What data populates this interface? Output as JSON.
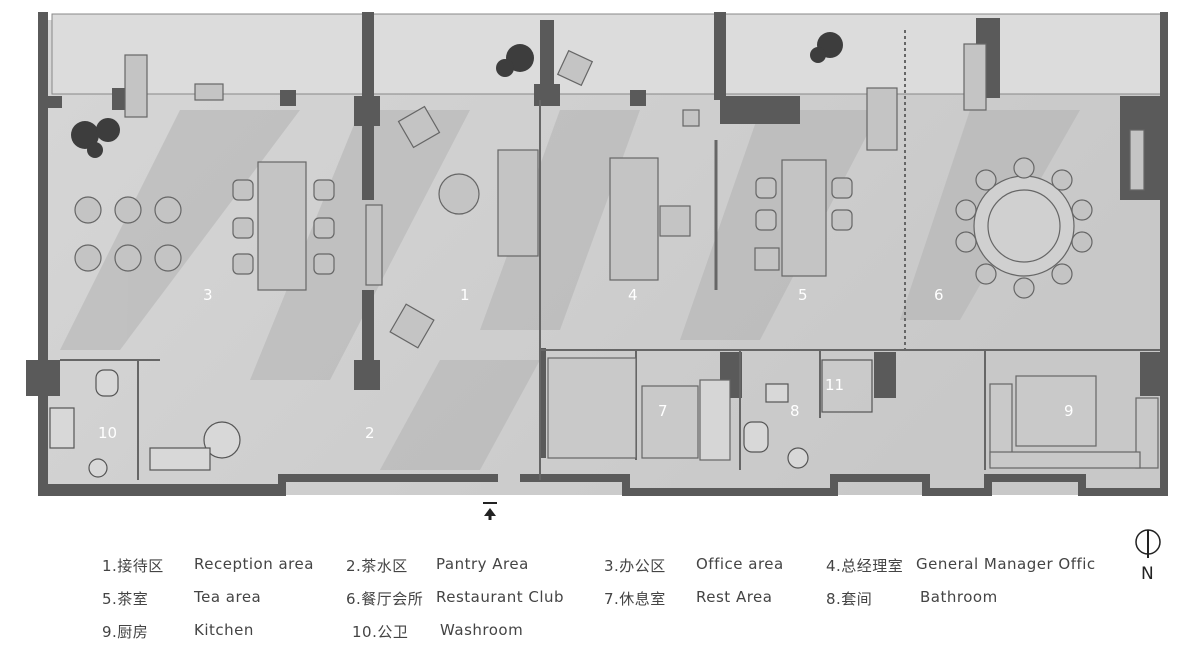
{
  "plan": {
    "room_numbers": [
      "1",
      "2",
      "3",
      "4",
      "5",
      "6",
      "7",
      "8",
      "9",
      "10",
      "11"
    ]
  },
  "north": {
    "label": "N"
  },
  "legend": [
    {
      "num": "1.接待区",
      "en": "Reception area"
    },
    {
      "num": "2.茶水区",
      "en": "Pantry Area"
    },
    {
      "num": "3.办公区",
      "en": "Office area"
    },
    {
      "num": "4.总经理室",
      "en": "General Manager Offic"
    },
    {
      "num": "5.茶室",
      "en": "Tea area"
    },
    {
      "num": "6.餐厅会所",
      "en": "Restaurant Club"
    },
    {
      "num": "7.休息室",
      "en": "Rest Area"
    },
    {
      "num": "8.套间",
      "en": "Bathroom"
    },
    {
      "num": "9.厨房",
      "en": "Kitchen"
    },
    {
      "num": "10.公卫",
      "en": "Washroom"
    }
  ],
  "colors": {
    "floor": "#cfcfcf",
    "wall": "#555555",
    "furniture": "#b9b9b9",
    "shadow": "#a9a9a9"
  }
}
